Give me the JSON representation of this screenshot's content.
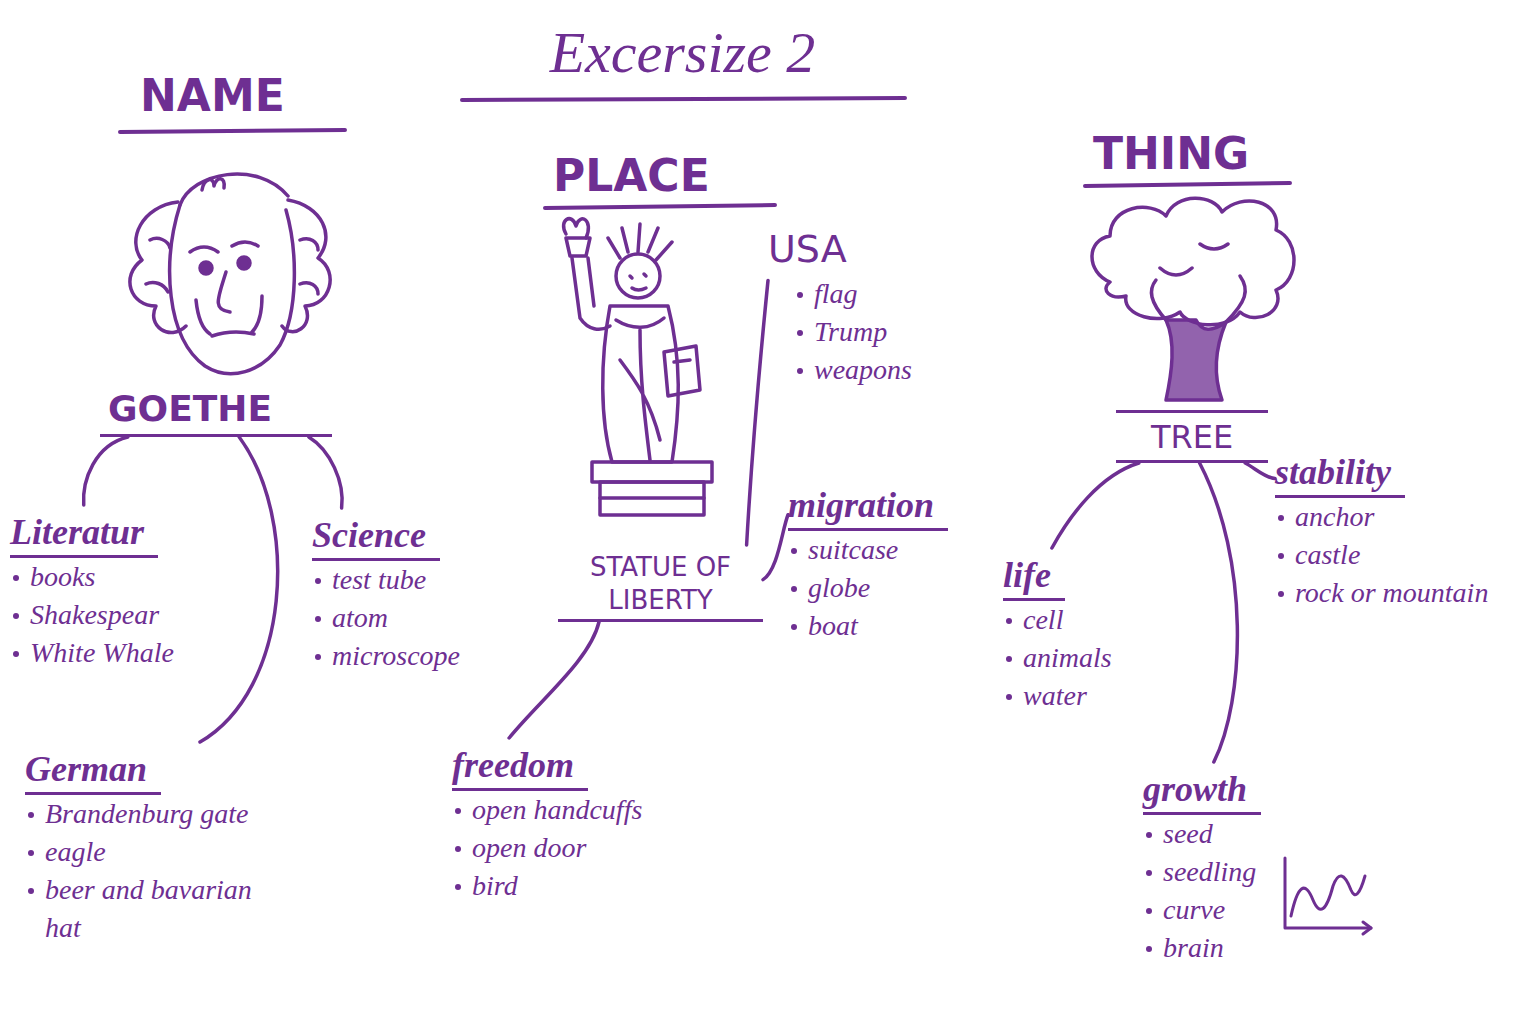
{
  "diagram": {
    "title": "Excersize 2",
    "nodes": [
      {
        "text": [
          "GOETHE"
        ]
      },
      {
        "text": [
          "Literatur",
          "books",
          "Shakespear",
          "White Whale"
        ]
      },
      {
        "text": [
          "Science",
          "test tube",
          "atom",
          "microscope"
        ]
      },
      {
        "text": [
          "German",
          "Brandenburg gate",
          "eagle",
          "beer and bavarian hat"
        ]
      },
      {
        "text": [
          "STATUE OF LIBERTY"
        ]
      },
      {
        "text": [
          "USA",
          "flag",
          "Trump",
          "weapons"
        ]
      },
      {
        "text": [
          "migration",
          "suitcase",
          "globe",
          "boat"
        ]
      },
      {
        "text": [
          "freedom",
          "open handcuffs",
          "open door",
          "bird"
        ]
      },
      {
        "text": [
          "TREE"
        ]
      },
      {
        "text": [
          "life",
          "cell",
          "animals",
          "water"
        ]
      },
      {
        "text": [
          "stability",
          "anchor",
          "castle",
          "rock or mountain"
        ]
      },
      {
        "text": [
          "growth",
          "seed",
          "seedling",
          "curve",
          "brain"
        ]
      }
    ],
    "edges": [
      {
        "from": 0,
        "to": 1,
        "arrow": "none"
      },
      {
        "from": 0,
        "to": 2,
        "arrow": "none"
      },
      {
        "from": 0,
        "to": 3,
        "arrow": "none"
      },
      {
        "from": 4,
        "to": 5,
        "arrow": "none"
      },
      {
        "from": 4,
        "to": 6,
        "arrow": "none"
      },
      {
        "from": 4,
        "to": 7,
        "arrow": "none"
      },
      {
        "from": 8,
        "to": 9,
        "arrow": "none"
      },
      {
        "from": 8,
        "to": 10,
        "arrow": "none"
      },
      {
        "from": 8,
        "to": 11,
        "arrow": "none"
      }
    ],
    "labels": [
      "NAME",
      "PLACE",
      "THING"
    ]
  }
}
